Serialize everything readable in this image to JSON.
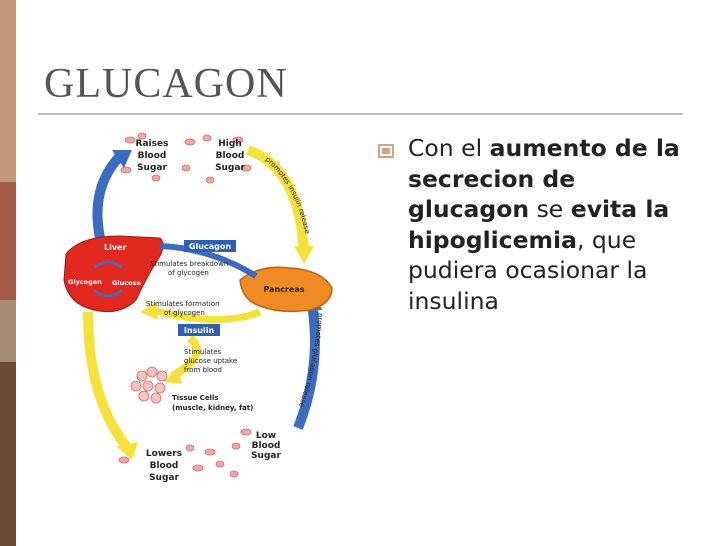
{
  "slide": {
    "title": "GLUCAGON",
    "bullet": {
      "t1": "Con el ",
      "b1": "aumento de la secrecion de glucagon",
      "t2": " se ",
      "b2": "evita la hipoglicemia",
      "t3": ", que pudiera ocasionar la insulina"
    }
  },
  "diagram": {
    "raises_blood_sugar": [
      "Raises",
      "Blood",
      "Sugar"
    ],
    "high_blood_sugar": [
      "High",
      "Blood",
      "Sugar"
    ],
    "promotes_insulin_release": "promotes insulin release",
    "liver": "Liver",
    "glucagon_label": "Glucagon",
    "glycogen": "Glycogen",
    "glucose": "Glucose",
    "stimulates_breakdown": [
      "Stimulates breakdown",
      "of glycogen"
    ],
    "pancreas": "Pancreas",
    "stimulates_formation": [
      "Stimulates formation",
      "of glycogen"
    ],
    "insulin_label": "Insulin",
    "promotes_glucagon_release": "promotes glucagon release",
    "stimulates_uptake": [
      "Stimulates",
      "glucose uptake",
      "from blood"
    ],
    "tissue_cells": [
      "Tissue Cells",
      "(muscle, kidney, fat)"
    ],
    "low_blood_sugar": [
      "Low",
      "Blood",
      "Sugar"
    ],
    "lowers_blood_sugar": [
      "Lowers",
      "Blood",
      "Sugar"
    ]
  },
  "colors": {
    "sidebar_top": "#c19a79",
    "sidebar_mid": "#a35b45",
    "sidebar_low": "#a88c74",
    "sidebar_bottom": "#6b4a36",
    "bullet": "#d9a37f",
    "liver": "#e0281e",
    "pancreas": "#f08a24",
    "label_blue": "#2f5fb2",
    "arrow_yellow": "#f6e03a",
    "arrow_blue": "#3a6cc2"
  },
  "icons": [
    "bullet-square-icon"
  ]
}
